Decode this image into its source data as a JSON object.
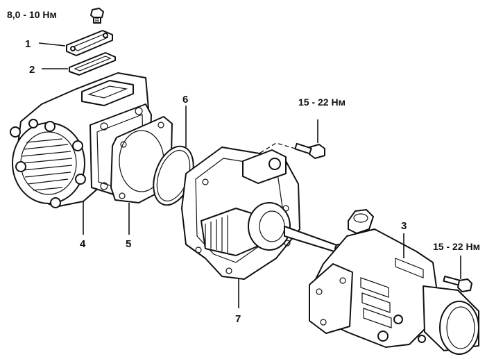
{
  "torque_labels": {
    "top_bolt": "8,0 - 10 Нм",
    "middle_bolt": "15 - 22 Нм",
    "right_bolt": "15 - 22 Нм"
  },
  "part_numbers": {
    "p1": "1",
    "p2": "2",
    "p3": "3",
    "p4": "4",
    "p5": "5",
    "p6": "6",
    "p7": "7"
  },
  "colors": {
    "ink": "#111111",
    "background": "#ffffff"
  }
}
